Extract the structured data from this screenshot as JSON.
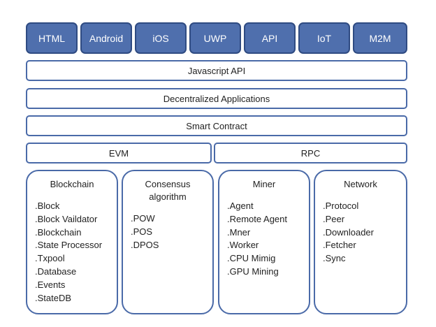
{
  "platforms": [
    "HTML",
    "Android",
    "iOS",
    "UWP",
    "API",
    "IoT",
    "M2M"
  ],
  "layers": {
    "javascript_api": "Javascript API",
    "decentralized_apps": "Decentralized Applications",
    "smart_contract": "Smart Contract",
    "evm": "EVM",
    "rpc": "RPC"
  },
  "modules": [
    {
      "title": "Blockchain",
      "items": [
        ".Block",
        ".Block Vaildator",
        ".Blockchain",
        ".State Processor",
        ".Txpool",
        ".Database",
        ".Events",
        ".StateDB"
      ]
    },
    {
      "title": "Consensus algorithm",
      "items": [
        ".POW",
        ".POS",
        ".DPOS"
      ]
    },
    {
      "title": "Miner",
      "items": [
        ".Agent",
        ".Remote Agent",
        ".Mner",
        ".Worker",
        ".CPU Mimig",
        ".GPU Mining"
      ]
    },
    {
      "title": "Network",
      "items": [
        ".Protocol",
        ".Peer",
        ".Downloader",
        ".Fetcher",
        ".Sync"
      ]
    }
  ],
  "colors": {
    "platform_fill": "#4f6fad",
    "platform_border": "#2f4b82",
    "outline": "#4a6aa8"
  }
}
